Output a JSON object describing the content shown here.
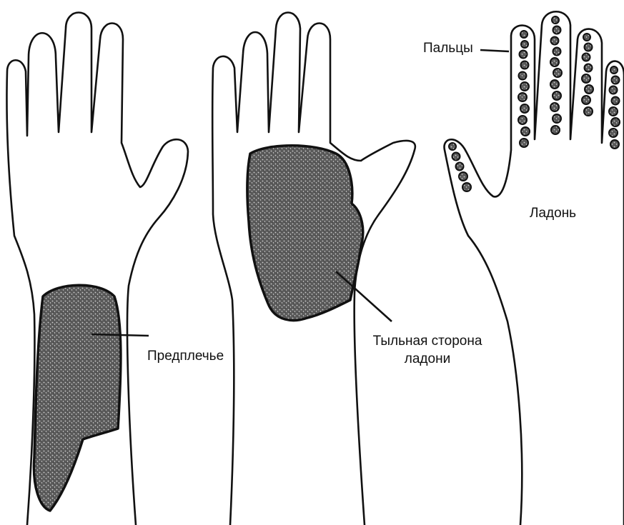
{
  "labels": {
    "forearm": "Предплечье",
    "back_of_hand_line1": "Тыльная сторона",
    "back_of_hand_line2": "ладони",
    "fingers": "Пальцы",
    "palm": "Ладонь"
  },
  "colors": {
    "outline": "#111111",
    "patch_fill": "#5a5a5a",
    "background": "#ffffff"
  }
}
